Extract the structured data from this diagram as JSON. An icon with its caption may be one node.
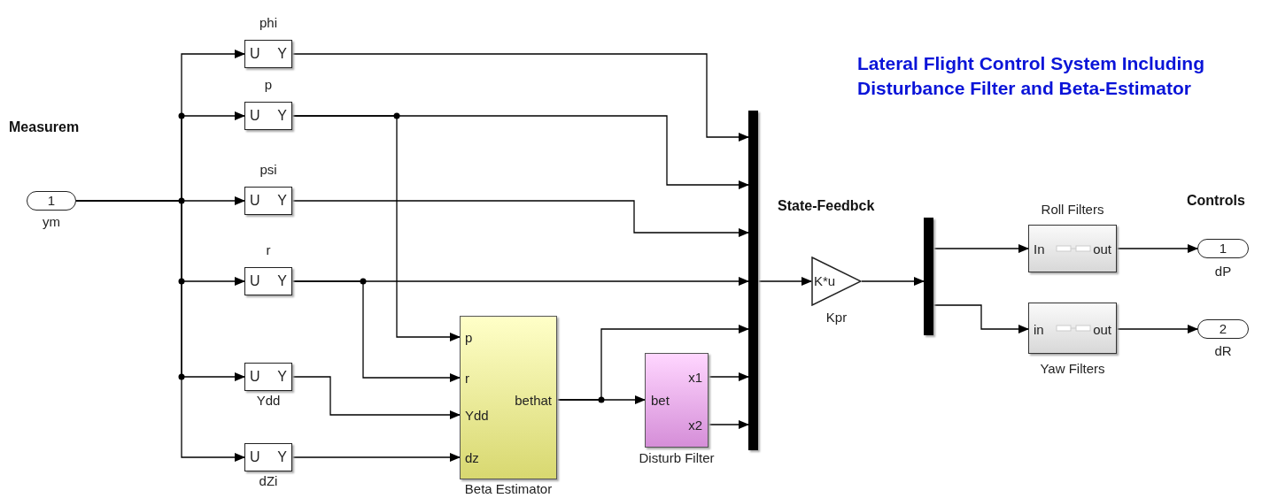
{
  "diagram": {
    "title": "Lateral Flight Control System Including Disturbance Filter and Beta-Estimator",
    "nodes": [
      {
        "text": [
          "1"
        ],
        "beside": [
          "ym"
        ]
      },
      {
        "text": [
          "U",
          "Y"
        ],
        "beside": [
          "phi"
        ]
      },
      {
        "text": [
          "U",
          "Y"
        ],
        "beside": [
          "p"
        ]
      },
      {
        "text": [
          "U",
          "Y"
        ],
        "beside": [
          "psi"
        ]
      },
      {
        "text": [
          "U",
          "Y"
        ],
        "beside": [
          "r"
        ]
      },
      {
        "text": [
          "U",
          "Y"
        ],
        "beside": [
          "Ydd"
        ]
      },
      {
        "text": [
          "U",
          "Y"
        ],
        "beside": [
          "dZi"
        ]
      },
      {
        "text": [
          "p",
          "r",
          "Ydd",
          "dz",
          "bethat"
        ],
        "beside": [
          "Beta Estimator"
        ]
      },
      {
        "text": [
          "bet",
          "x1",
          "x2"
        ],
        "beside": [
          "Disturb Filter"
        ]
      },
      {
        "text": [],
        "shape": "bar"
      },
      {
        "text": [
          "K*u"
        ],
        "beside": [
          "Kpr"
        ]
      },
      {
        "text": [],
        "shape": "bar"
      },
      {
        "text": [
          "In",
          "out"
        ],
        "beside": [
          "Roll Filters"
        ]
      },
      {
        "text": [
          "in",
          "out"
        ],
        "beside": [
          "Yaw Filters"
        ]
      },
      {
        "text": [
          "1"
        ],
        "beside": [
          "dP"
        ]
      },
      {
        "text": [
          "2"
        ],
        "beside": [
          "dR"
        ]
      }
    ],
    "edges": [
      {
        "from": 0,
        "to": 1,
        "arrow": "to"
      },
      {
        "from": 0,
        "to": 2,
        "arrow": "to"
      },
      {
        "from": 0,
        "to": 3,
        "arrow": "to"
      },
      {
        "from": 0,
        "to": 4,
        "arrow": "to"
      },
      {
        "from": 0,
        "to": 5,
        "arrow": "to"
      },
      {
        "from": 0,
        "to": 6,
        "arrow": "to"
      },
      {
        "from": 1,
        "to": 9,
        "arrow": "to"
      },
      {
        "from": 2,
        "to": 9,
        "arrow": "to"
      },
      {
        "from": 3,
        "to": 9,
        "arrow": "to"
      },
      {
        "from": 4,
        "to": 9,
        "arrow": "to"
      },
      {
        "from": 2,
        "to": 7,
        "arrow": "to"
      },
      {
        "from": 4,
        "to": 7,
        "arrow": "to"
      },
      {
        "from": 5,
        "to": 7,
        "arrow": "to"
      },
      {
        "from": 6,
        "to": 7,
        "arrow": "to"
      },
      {
        "from": 7,
        "to": 9,
        "arrow": "to"
      },
      {
        "from": 7,
        "to": 8,
        "arrow": "to"
      },
      {
        "from": 8,
        "to": 9,
        "arrow": "to"
      },
      {
        "from": 8,
        "to": 9,
        "arrow": "to"
      },
      {
        "from": 9,
        "to": 10,
        "arrow": "to"
      },
      {
        "from": 10,
        "to": 11,
        "arrow": "to"
      },
      {
        "from": 11,
        "to": 12,
        "arrow": "to"
      },
      {
        "from": 11,
        "to": 13,
        "arrow": "to"
      },
      {
        "from": 12,
        "to": 14,
        "arrow": "to"
      },
      {
        "from": 13,
        "to": 15,
        "arrow": "to"
      }
    ],
    "labels": [
      "Measurem",
      "State-Feedbck",
      "Controls"
    ]
  }
}
